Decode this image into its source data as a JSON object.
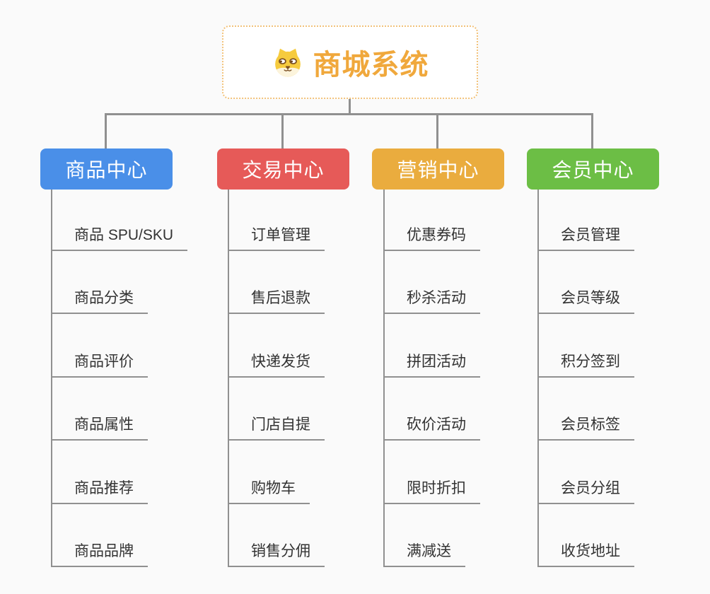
{
  "root": {
    "title": "商城系统",
    "icon": "dog-face-icon"
  },
  "branches": [
    {
      "label": "商品中心",
      "color": "#4A8FE8",
      "children": [
        "商品 SPU/SKU",
        "商品分类",
        "商品评价",
        "商品属性",
        "商品推荐",
        "商品品牌"
      ]
    },
    {
      "label": "交易中心",
      "color": "#E65A58",
      "children": [
        "订单管理",
        "售后退款",
        "快递发货",
        "门店自提",
        "购物车",
        "销售分佣"
      ]
    },
    {
      "label": "营销中心",
      "color": "#EAAC3E",
      "children": [
        "优惠券码",
        "秒杀活动",
        "拼团活动",
        "砍价活动",
        "限时折扣",
        "满减送"
      ]
    },
    {
      "label": "会员中心",
      "color": "#6CBE45",
      "children": [
        "会员管理",
        "会员等级",
        "积分签到",
        "会员标签",
        "会员分组",
        "收货地址"
      ]
    }
  ],
  "colors": {
    "background": "#FAFAFA",
    "connector": "#909090",
    "root_title": "#F0A83C",
    "root_border": "#F2C27A",
    "leaf_text": "#333333"
  }
}
